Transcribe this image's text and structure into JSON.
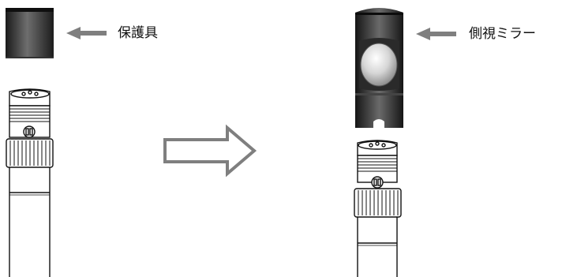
{
  "left_label": "保護具",
  "right_label": "側視ミラー",
  "colors": {
    "cap_dark": "#2c2c2c",
    "cap_light": "#7a7a7a",
    "pointer_arrow": "#7f7f7f",
    "outline": "#111111",
    "background": "#ffffff"
  },
  "icons": [
    "protective-cap",
    "side-view-mirror-cap",
    "probe-tip",
    "hollow-right-arrow",
    "pointer-arrow"
  ]
}
